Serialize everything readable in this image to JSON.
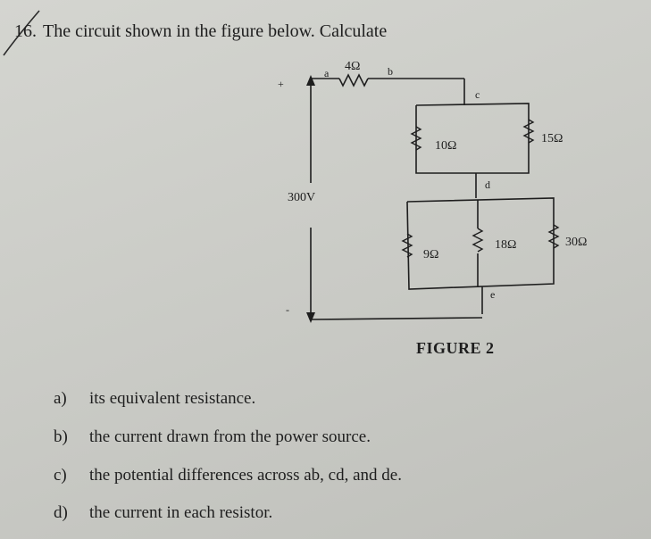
{
  "question": {
    "number": "16.",
    "prompt": "The circuit shown in the figure below. Calculate"
  },
  "figure": {
    "caption": "FIGURE 2",
    "source": {
      "voltage": "300V",
      "plus": "+",
      "minus": "-"
    },
    "nodes": [
      "a",
      "b",
      "c",
      "d",
      "e"
    ],
    "resistors": [
      "4Ω",
      "10Ω",
      "15Ω",
      "9Ω",
      "18Ω",
      "30Ω"
    ]
  },
  "parts": [
    {
      "letter": "a)",
      "text": "its equivalent resistance."
    },
    {
      "letter": "b)",
      "text": "the current drawn from the power source."
    },
    {
      "letter": "c)",
      "text": "the potential differences across ab, cd, and de."
    },
    {
      "letter": "d)",
      "text": "the current in each resistor."
    }
  ]
}
